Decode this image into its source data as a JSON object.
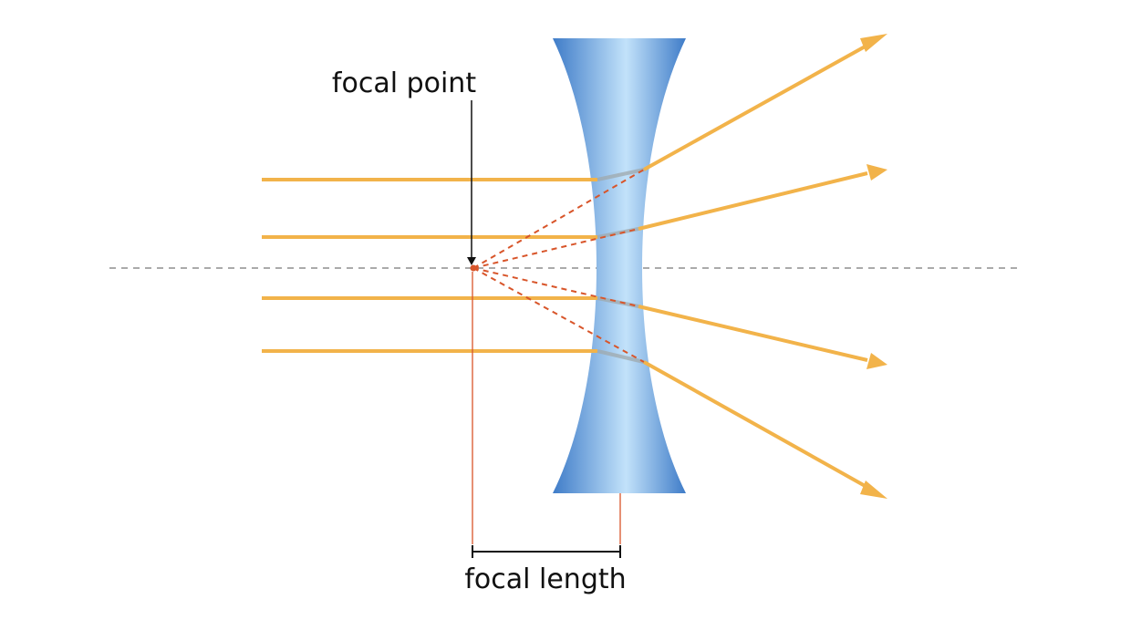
{
  "labels": {
    "focal_point": "focal point",
    "focal_length": "focal length"
  },
  "colors": {
    "ray": "#F2B34A",
    "virtual_ray": "#D8552A",
    "axis": "#AAAAAA",
    "lens_edge": "#3F7CC8",
    "lens_center": "#C2E2FA",
    "marker": "#D8552A",
    "annotation": "#111111"
  },
  "diagram": {
    "lens_type": "concave (diverging) lens",
    "incoming_rays": 4,
    "outgoing_rays": 4,
    "virtual_rays": 4
  }
}
